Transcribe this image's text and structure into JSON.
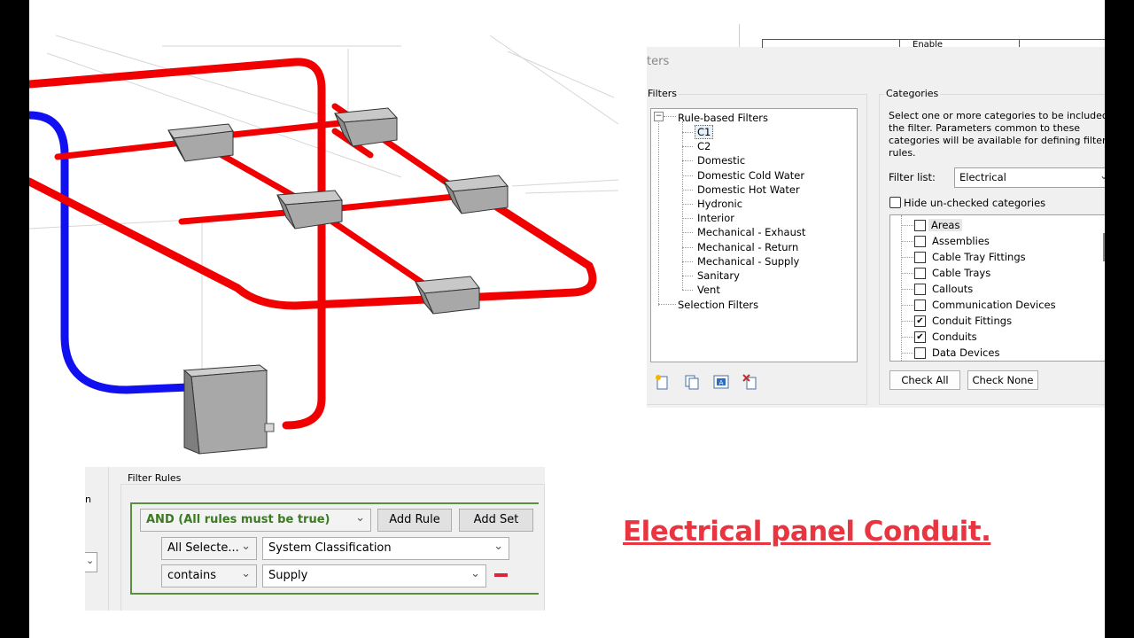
{
  "dialog": {
    "title": "ters",
    "header_col": "Enable",
    "filters_group": "Filters",
    "tree": {
      "root": "Rule-based Filters",
      "items": [
        "C1",
        "C2",
        "Domestic",
        "Domestic Cold Water",
        "Domestic Hot Water",
        "Hydronic",
        "Interior",
        "Mechanical - Exhaust",
        "Mechanical - Return",
        "Mechanical - Supply",
        "Sanitary",
        "Vent"
      ],
      "selected_index": 0,
      "selection_root": "Selection Filters"
    },
    "toolbar_icons": [
      "new-filter-icon",
      "duplicate-filter-icon",
      "rename-filter-icon",
      "delete-filter-icon"
    ],
    "categories": {
      "label": "Categories",
      "description": [
        "Select one or more categories to be included in",
        "the filter.  Parameters common to these",
        "categories will be available for defining filter",
        "rules."
      ],
      "filter_list_label": "Filter list:",
      "filter_list_value": "Electrical",
      "hide_unchecked_label": "Hide un-checked categories",
      "hide_unchecked": false,
      "items": [
        {
          "label": "Areas",
          "checked": false
        },
        {
          "label": "Assemblies",
          "checked": false
        },
        {
          "label": "Cable Tray Fittings",
          "checked": false
        },
        {
          "label": "Cable Trays",
          "checked": false
        },
        {
          "label": "Callouts",
          "checked": false
        },
        {
          "label": "Communication Devices",
          "checked": false
        },
        {
          "label": "Conduit Fittings",
          "checked": true
        },
        {
          "label": "Conduits",
          "checked": true
        },
        {
          "label": "Data Devices",
          "checked": false
        }
      ],
      "check_all": "Check All",
      "check_none": "Check None"
    }
  },
  "rules": {
    "group_label": "Filter Rules",
    "side_label": "n",
    "logic": "AND (All rules must be true)",
    "add_rule": "Add Rule",
    "add_set": "Add Set",
    "rule": {
      "field_scope": "All Selecte...",
      "parameter": "System Classification",
      "operator": "contains",
      "value": "Supply"
    }
  },
  "headline": "Electrical panel Conduit.",
  "colors": {
    "pipe_red": "#f00000",
    "pipe_blue": "#1010f0",
    "fitting_gray": "#a8a8a8",
    "headline": "#e8353f",
    "group_border_green": "#5a8f3d",
    "logic_text_green": "#3a7a20",
    "remove_red": "#d9263a"
  }
}
